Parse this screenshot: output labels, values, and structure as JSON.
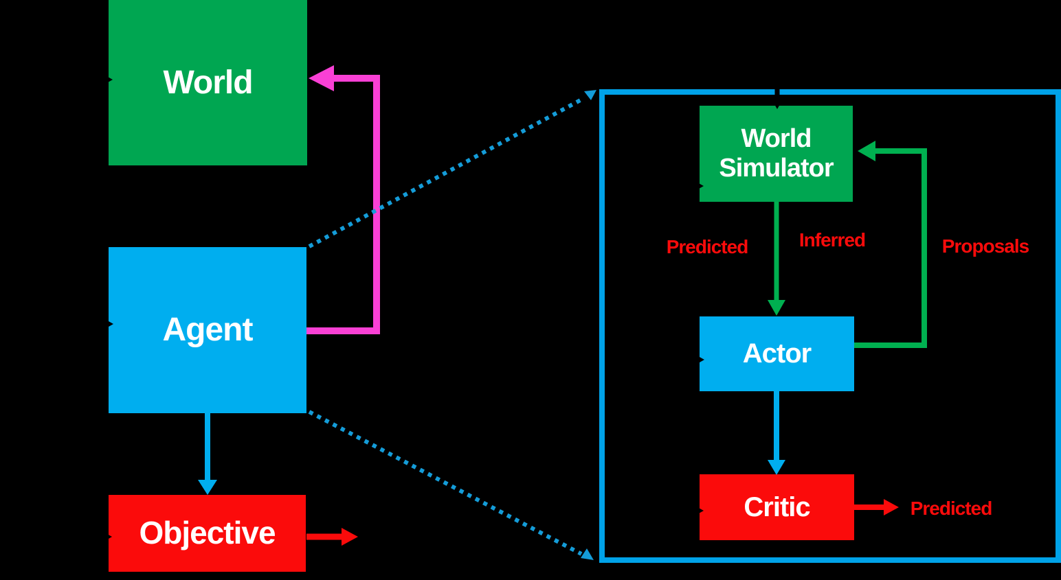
{
  "colors": {
    "background": "#000000",
    "green": "#00A651",
    "green_arrow": "#00B050",
    "blue": "#00AEEF",
    "panel_border": "#00A2E8",
    "dotted": "#149CD8",
    "red": "#FB0B0B",
    "magenta": "#F940D5",
    "black": "#000000",
    "box_text": "#FFFFFF"
  },
  "left_diagram": {
    "world_label": "World",
    "agent_label": "Agent",
    "objective_label": "Objective"
  },
  "zoom_panel": {
    "world_simulator_label": "World Simulator",
    "actor_label": "Actor",
    "critic_label": "Critic",
    "predicted_top_label": "Predicted",
    "inferred_label": "Inferred",
    "proposals_label": "Proposals",
    "predicted_bottom_label": "Predicted"
  }
}
